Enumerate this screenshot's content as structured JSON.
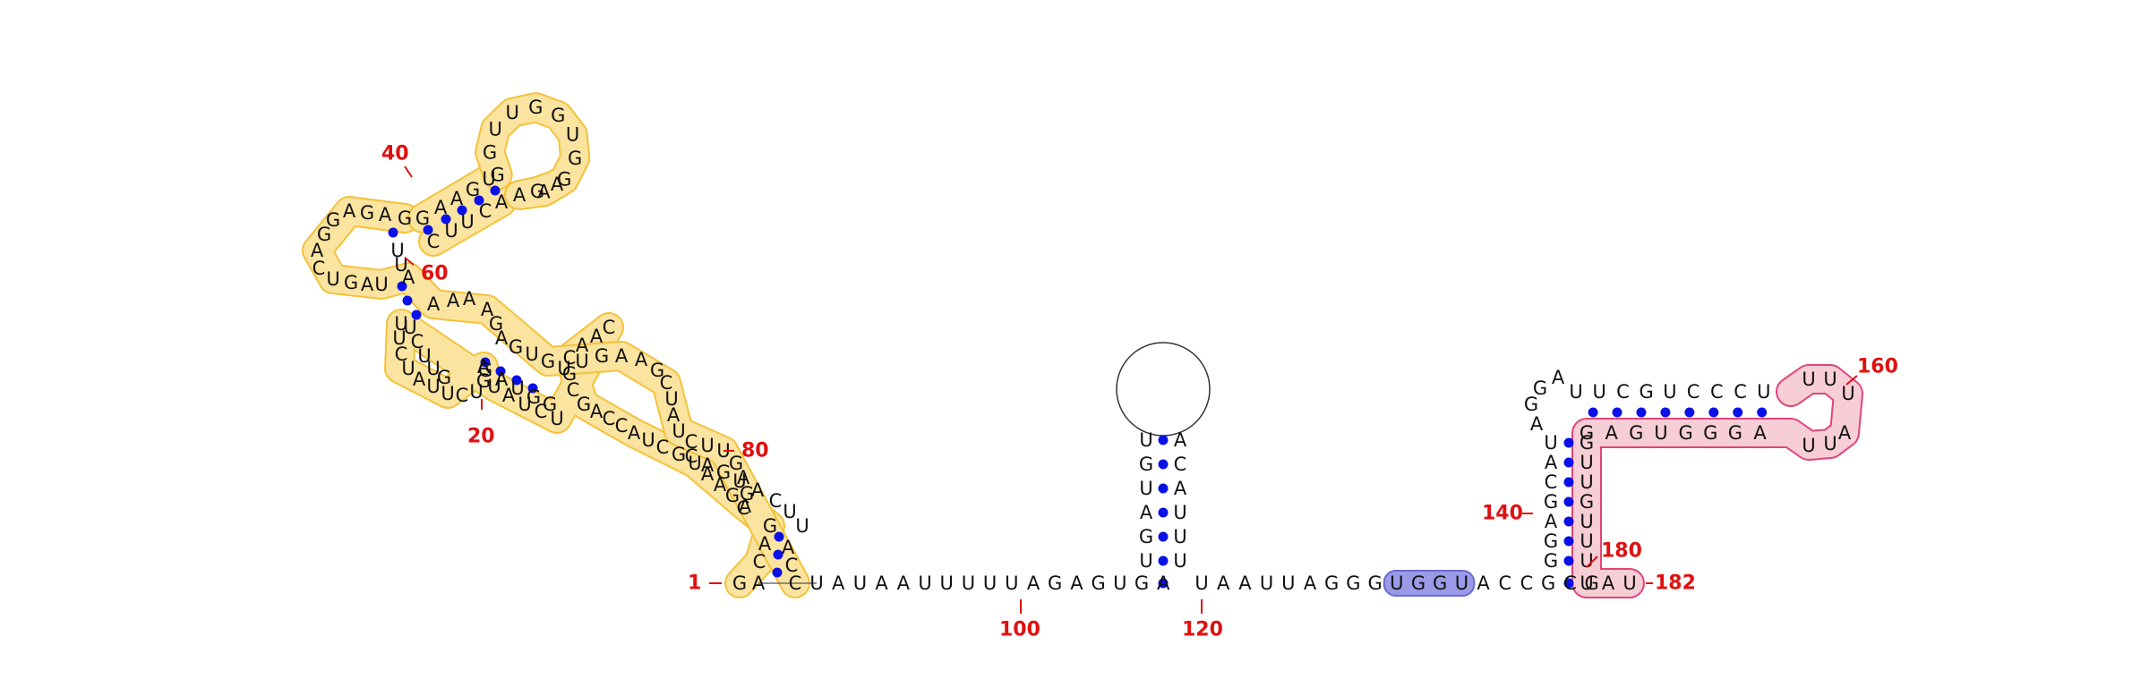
{
  "colors": {
    "highlight_yellow": "#fbe3a0",
    "highlight_yellow_stroke": "#f4c23a",
    "highlight_pink": "#f7cdd6",
    "highlight_pink_stroke": "#e0457a",
    "highlight_blue": "#9a9ae8",
    "highlight_blue_stroke": "#6b6bd0",
    "pair_dot": "#0a10e8",
    "index_label": "#e01010",
    "nucleotide": "#111111"
  },
  "index_labels": [
    "1",
    "20",
    "40",
    "60",
    "80",
    "100",
    "120",
    "140",
    "160",
    "180",
    "182"
  ],
  "left_domain": {
    "bottom_strand": "GA",
    "stem1_5p": "CAG",
    "interior_5p": "AGAAUGCUACCAGCGCAAC",
    "closing_5p": "UUA",
    "bulge_5p": "GAGAC",
    "loop_5p": "UGAUCAGAGG",
    "hairpin_stem_5p": "GAAGU",
    "hairpin_loop": "GGUUGGUGGA",
    "hairpin_stem_3p": "CUUCAGA",
    "after_hairpin": "UUCUU",
    "stem_3p": "AAAAGAGUGG",
    "tail_3p": "UUGGAAGCUAUCUUGAGC"
  },
  "linker_sequence": "UAUAAUUUUUAGAGUGA",
  "middle_stem": {
    "left_strand": "UGAUGU",
    "right_strand": "UUUACA"
  },
  "after_middle": "UAAUUAGGG",
  "blue_region": "UGGU",
  "after_blue": "ACCGCG",
  "right_domain": {
    "vertical_left": "UACGAGG",
    "upper_left": "AGGA",
    "top_row": "UUCGUCCCU",
    "vertical_right": "GUUGUUU",
    "inner_row": "GAGUGGGA",
    "loop": "UUUAUU",
    "bottom": "UAU"
  }
}
